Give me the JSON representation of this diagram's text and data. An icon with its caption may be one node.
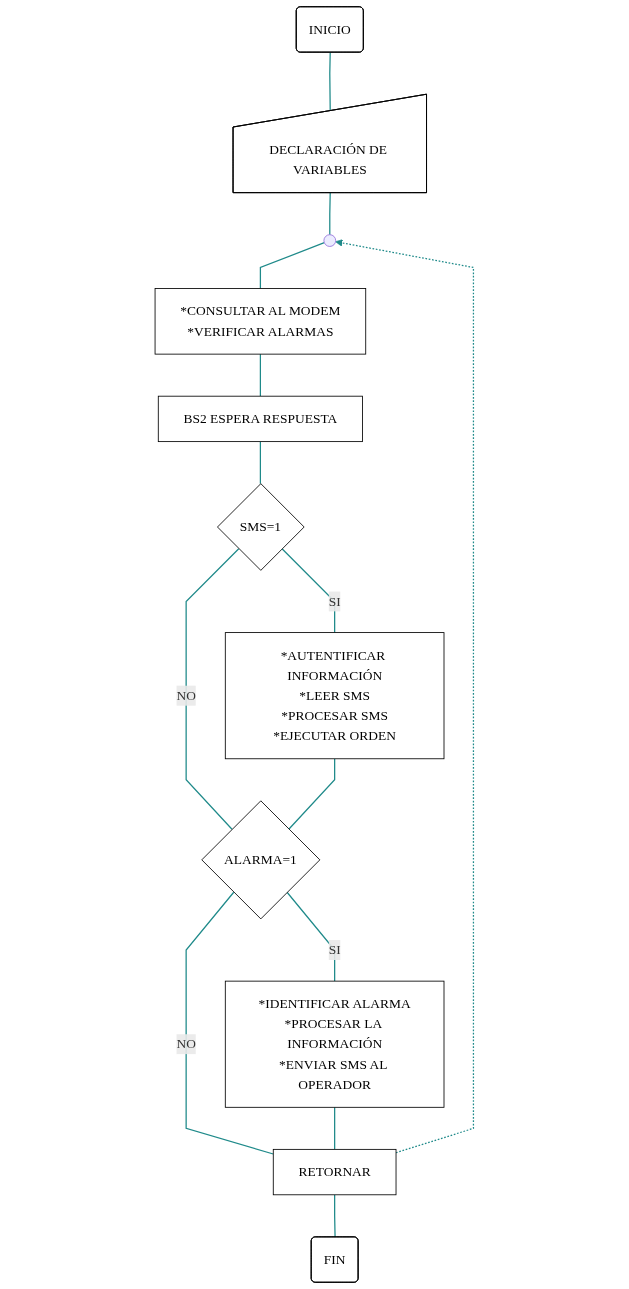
{
  "diagram": {
    "nodes": [
      {
        "text": [
          "INICIO"
        ]
      },
      {
        "text": [
          "DECLARACIÓN DE VARIABLES"
        ]
      },
      {
        "text": [],
        "shape": "circle"
      },
      {
        "text": [
          "*CONSULTAR AL MODEM",
          "*VERIFICAR ALARMAS"
        ]
      },
      {
        "text": [
          "BS2 ESPERA RESPUESTA"
        ]
      },
      {
        "text": [
          "SMS=1"
        ]
      },
      {
        "text": [
          "*AUTENTIFICAR INFORMACIÓN",
          "*LEER SMS",
          "*PROCESAR SMS",
          "*EJECUTAR ORDEN"
        ]
      },
      {
        "text": [
          "ALARMA=1"
        ]
      },
      {
        "text": [
          "*IDENTIFICAR ALARMA",
          "*PROCESAR LA INFORMACIÓN",
          "*ENVIAR SMS AL OPERADOR"
        ]
      },
      {
        "text": [
          "RETORNAR"
        ]
      },
      {
        "text": [
          "FIN"
        ]
      }
    ],
    "edges": [
      {
        "from": 0,
        "to": 1,
        "arrow": "none"
      },
      {
        "from": 1,
        "to": 2,
        "arrow": "none"
      },
      {
        "from": 2,
        "to": 3,
        "arrow": "none"
      },
      {
        "from": 3,
        "to": 4,
        "arrow": "none"
      },
      {
        "from": 4,
        "to": 5,
        "arrow": "none"
      },
      {
        "from": 5,
        "to": 6,
        "arrow": "none",
        "label": "SI"
      },
      {
        "from": 5,
        "to": 7,
        "arrow": "none",
        "label": "NO"
      },
      {
        "from": 6,
        "to": 7,
        "arrow": "none"
      },
      {
        "from": 7,
        "to": 8,
        "arrow": "none",
        "label": "SI"
      },
      {
        "from": 7,
        "to": 9,
        "arrow": "none",
        "label": "NO"
      },
      {
        "from": 8,
        "to": 9,
        "arrow": "none"
      },
      {
        "from": 9,
        "to": 2,
        "arrow": "to",
        "style": "dashed"
      },
      {
        "from": 9,
        "to": 10,
        "arrow": "none"
      }
    ]
  }
}
